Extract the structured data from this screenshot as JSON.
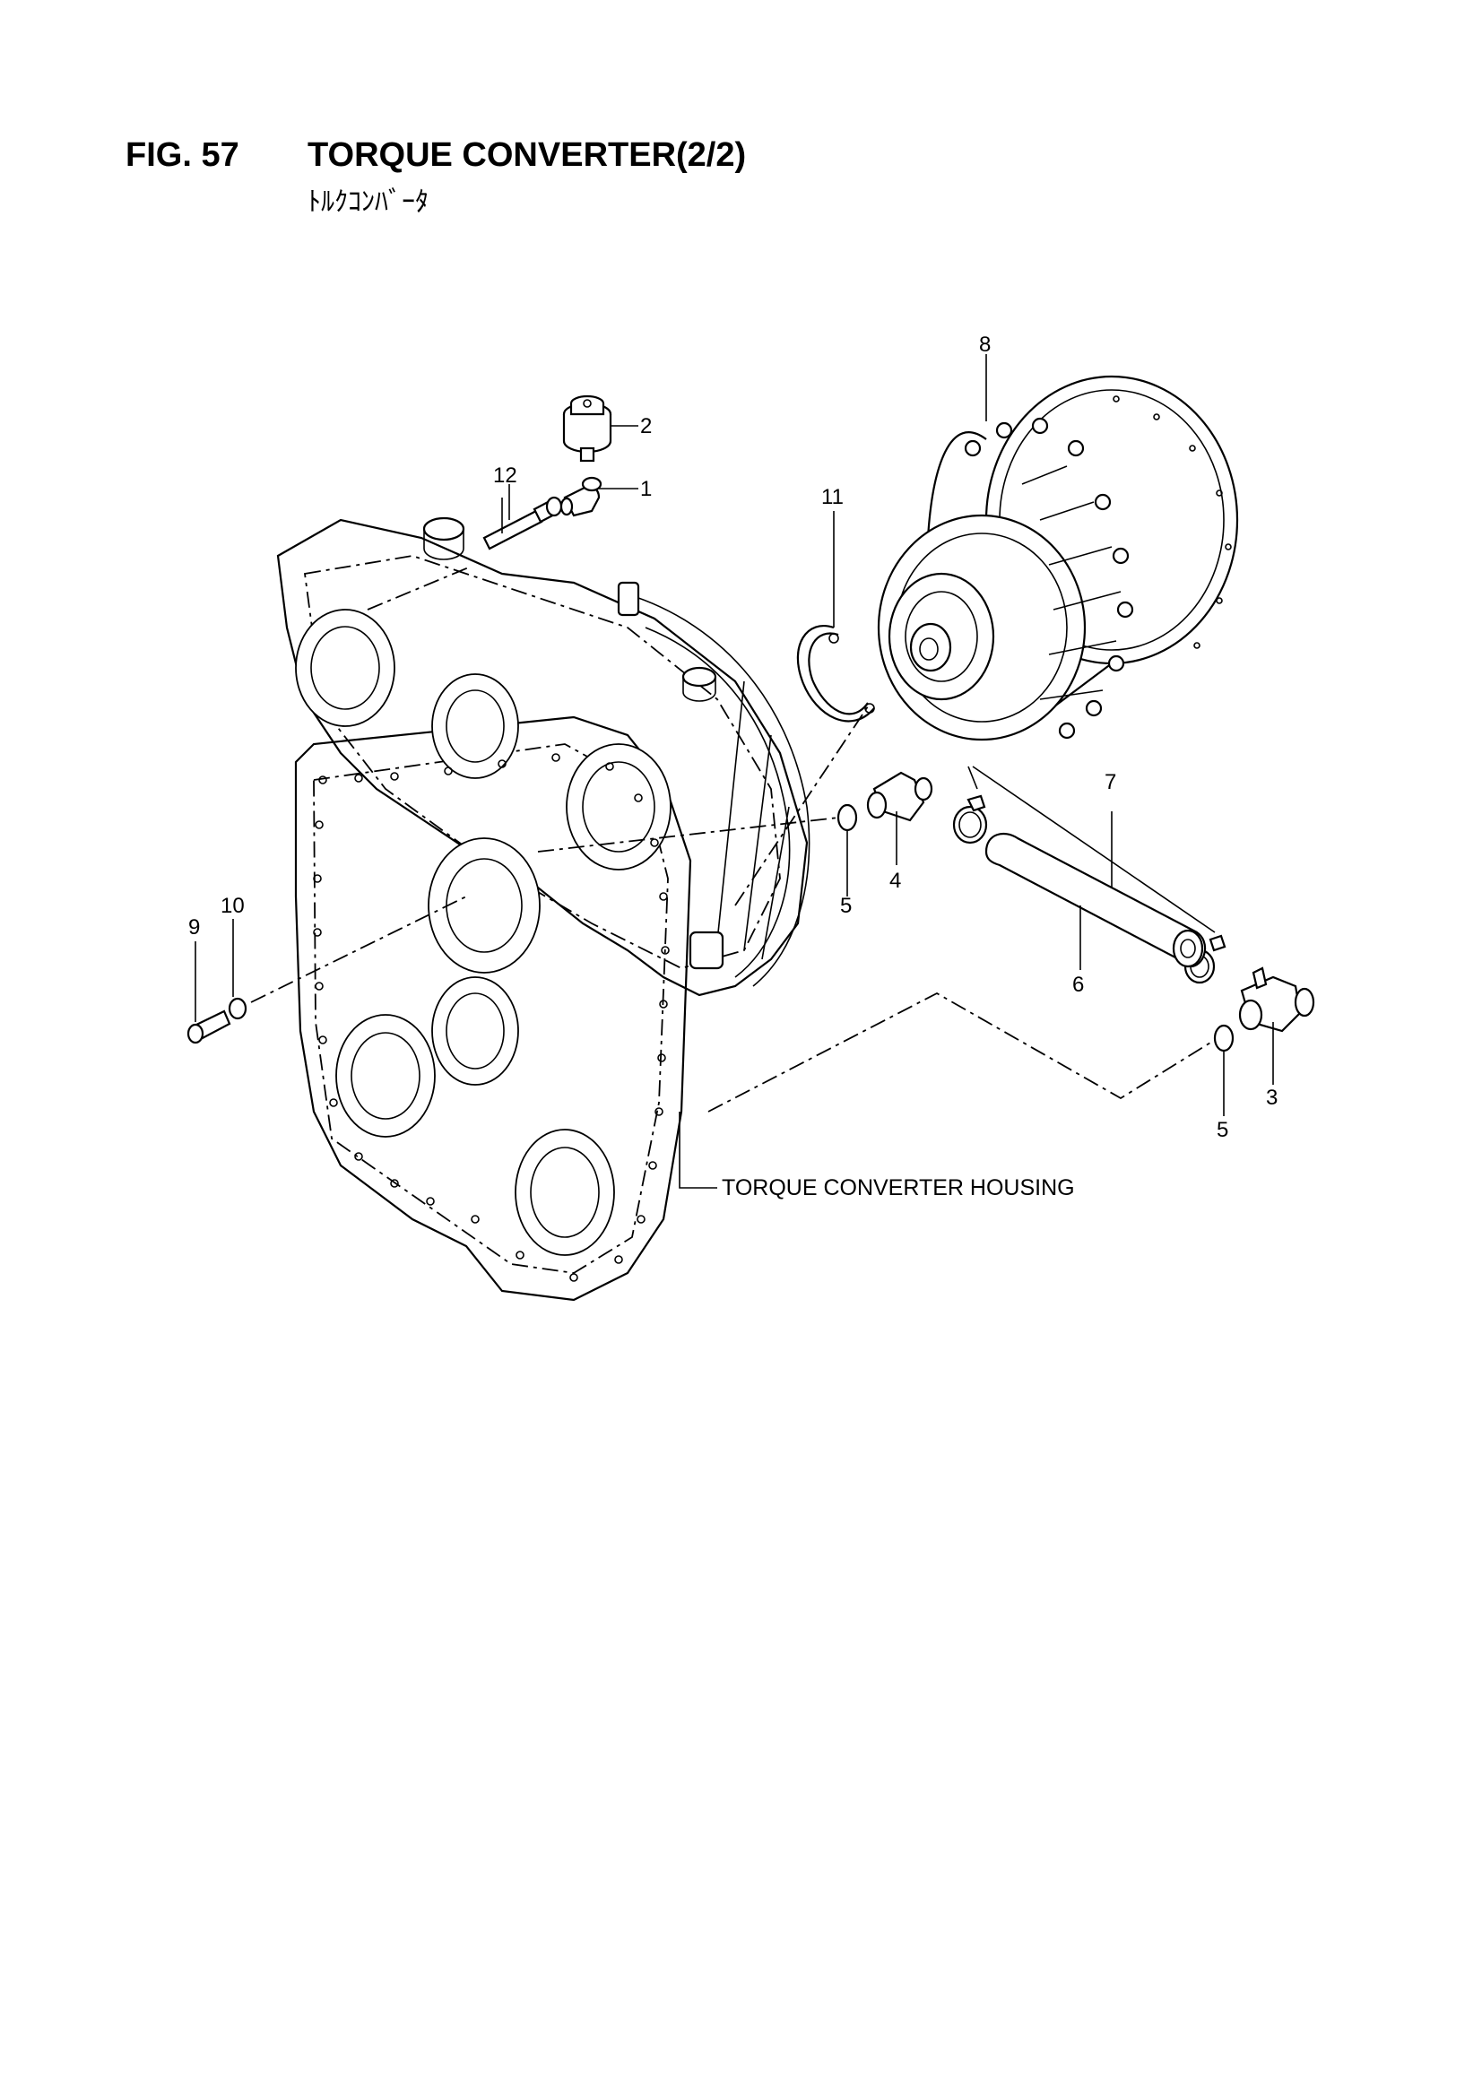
{
  "header": {
    "figure_number": "FIG. 57",
    "title": "TORQUE CONVERTER(2/2)",
    "subtitle": "ﾄﾙｸｺﾝﾊﾞｰﾀ"
  },
  "callouts": {
    "c1": "1",
    "c2": "2",
    "c3": "3",
    "c4": "4",
    "c5a": "5",
    "c5b": "5",
    "c6": "6",
    "c7": "7",
    "c8": "8",
    "c9": "9",
    "c10": "10",
    "c11": "11",
    "c12": "12"
  },
  "labels": {
    "housing": "TORQUE CONVERTER HOUSING"
  }
}
